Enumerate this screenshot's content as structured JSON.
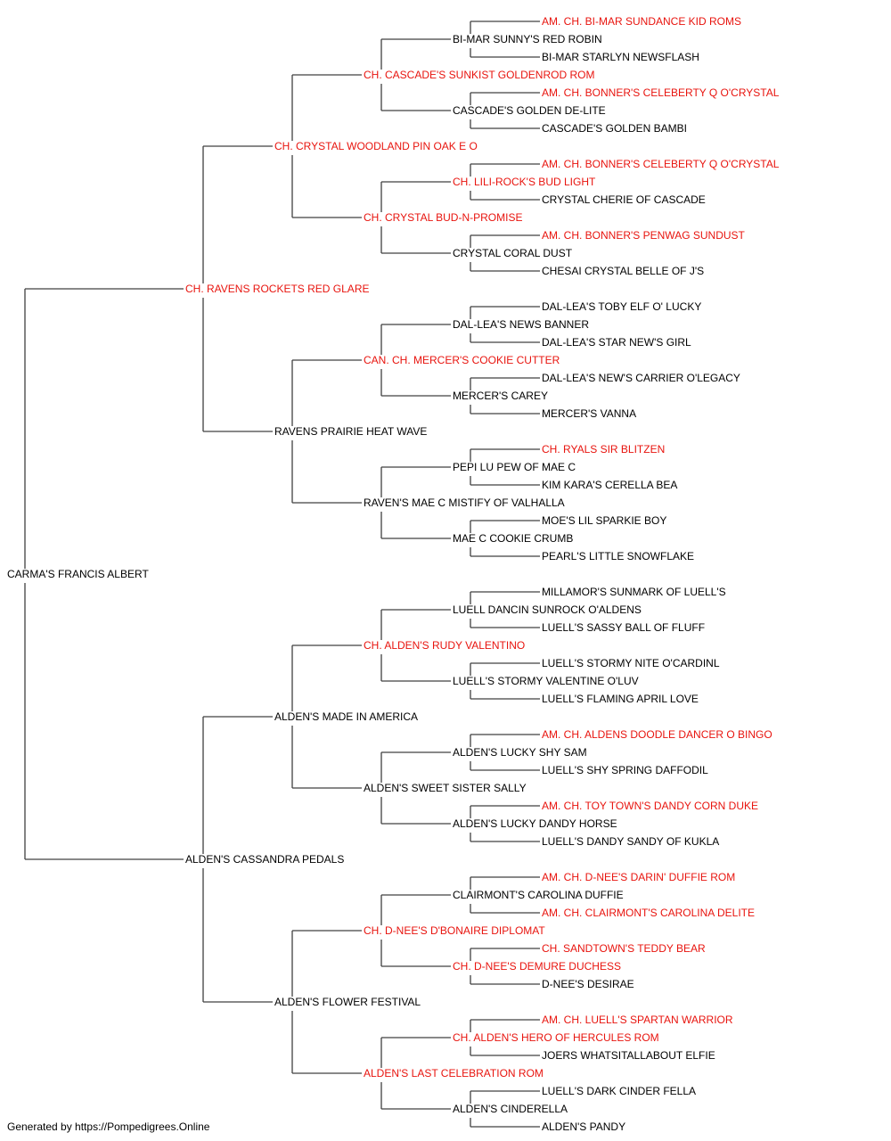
{
  "colors": {
    "champion": "#e8140e",
    "normal": "#000000",
    "line": "#404040"
  },
  "pedigree": {
    "name": "CARMA'S FRANCIS ALBERT",
    "ch": false,
    "sire": {
      "name": "CH. RAVENS ROCKETS RED GLARE",
      "ch": true,
      "sire": {
        "name": "CH. CRYSTAL WOODLAND PIN OAK E O",
        "ch": true,
        "sire": {
          "name": "CH. CASCADE'S SUNKIST GOLDENROD ROM",
          "ch": true,
          "sire": {
            "name": "BI-MAR SUNNY'S RED ROBIN",
            "ch": false,
            "sire": {
              "name": "AM. CH. BI-MAR SUNDANCE KID ROMS",
              "ch": true
            },
            "dam": {
              "name": "BI-MAR STARLYN NEWSFLASH",
              "ch": false
            }
          },
          "dam": {
            "name": "CASCADE'S GOLDEN DE-LITE",
            "ch": false,
            "sire": {
              "name": "AM. CH. BONNER'S CELEBERTY Q O'CRYSTAL",
              "ch": true
            },
            "dam": {
              "name": "CASCADE'S GOLDEN BAMBI",
              "ch": false
            }
          }
        },
        "dam": {
          "name": "CH. CRYSTAL BUD-N-PROMISE",
          "ch": true,
          "sire": {
            "name": "CH. LILI-ROCK'S BUD LIGHT",
            "ch": true,
            "sire": {
              "name": "AM. CH. BONNER'S CELEBERTY Q O'CRYSTAL",
              "ch": true
            },
            "dam": {
              "name": "CRYSTAL CHERIE OF CASCADE",
              "ch": false
            }
          },
          "dam": {
            "name": "CRYSTAL CORAL DUST",
            "ch": false,
            "sire": {
              "name": "AM. CH. BONNER'S PENWAG SUNDUST",
              "ch": true
            },
            "dam": {
              "name": "CHESAI CRYSTAL BELLE OF J'S",
              "ch": false
            }
          }
        }
      },
      "dam": {
        "name": "RAVENS PRAIRIE HEAT WAVE",
        "ch": false,
        "sire": {
          "name": "CAN. CH. MERCER'S COOKIE CUTTER",
          "ch": true,
          "sire": {
            "name": "DAL-LEA'S NEWS BANNER",
            "ch": false,
            "sire": {
              "name": "DAL-LEA'S TOBY ELF O' LUCKY",
              "ch": false
            },
            "dam": {
              "name": "DAL-LEA'S STAR NEW'S GIRL",
              "ch": false
            }
          },
          "dam": {
            "name": "MERCER'S CAREY",
            "ch": false,
            "sire": {
              "name": "DAL-LEA'S NEW'S CARRIER O'LEGACY",
              "ch": false
            },
            "dam": {
              "name": "MERCER'S VANNA",
              "ch": false
            }
          }
        },
        "dam": {
          "name": "RAVEN'S MAE C MISTIFY OF VALHALLA",
          "ch": false,
          "sire": {
            "name": "PEPI LU PEW OF MAE C",
            "ch": false,
            "sire": {
              "name": "CH. RYALS SIR BLITZEN",
              "ch": true
            },
            "dam": {
              "name": "KIM KARA'S CERELLA BEA",
              "ch": false
            }
          },
          "dam": {
            "name": "MAE C COOKIE CRUMB",
            "ch": false,
            "sire": {
              "name": "MOE'S LIL SPARKIE BOY",
              "ch": false
            },
            "dam": {
              "name": "PEARL'S LITTLE SNOWFLAKE",
              "ch": false
            }
          }
        }
      }
    },
    "dam": {
      "name": "ALDEN'S CASSANDRA PEDALS",
      "ch": false,
      "sire": {
        "name": "ALDEN'S MADE IN AMERICA",
        "ch": false,
        "sire": {
          "name": "CH. ALDEN'S RUDY VALENTINO",
          "ch": true,
          "sire": {
            "name": "LUELL DANCIN SUNROCK O'ALDENS",
            "ch": false,
            "sire": {
              "name": "MILLAMOR'S SUNMARK OF LUELL'S",
              "ch": false
            },
            "dam": {
              "name": "LUELL'S SASSY BALL OF FLUFF",
              "ch": false
            }
          },
          "dam": {
            "name": "LUELL'S STORMY VALENTINE O'LUV",
            "ch": false,
            "sire": {
              "name": "LUELL'S STORMY NITE O'CARDINL",
              "ch": false
            },
            "dam": {
              "name": "LUELL'S FLAMING APRIL LOVE",
              "ch": false
            }
          }
        },
        "dam": {
          "name": "ALDEN'S SWEET SISTER SALLY",
          "ch": false,
          "sire": {
            "name": "ALDEN'S LUCKY SHY SAM",
            "ch": false,
            "sire": {
              "name": "AM. CH. ALDENS DOODLE DANCER O BINGO",
              "ch": true
            },
            "dam": {
              "name": "LUELL'S SHY SPRING DAFFODIL",
              "ch": false
            }
          },
          "dam": {
            "name": "ALDEN'S LUCKY DANDY HORSE",
            "ch": false,
            "sire": {
              "name": "AM. CH. TOY TOWN'S DANDY CORN DUKE",
              "ch": true
            },
            "dam": {
              "name": "LUELL'S DANDY SANDY OF KUKLA",
              "ch": false
            }
          }
        }
      },
      "dam": {
        "name": "ALDEN'S FLOWER FESTIVAL",
        "ch": false,
        "sire": {
          "name": "CH. D-NEE'S D'BONAIRE DIPLOMAT",
          "ch": true,
          "sire": {
            "name": "CLAIRMONT'S CAROLINA DUFFIE",
            "ch": false,
            "sire": {
              "name": "AM. CH. D-NEE'S DARIN' DUFFIE ROM",
              "ch": true
            },
            "dam": {
              "name": "AM. CH. CLAIRMONT'S CAROLINA DELITE",
              "ch": true
            }
          },
          "dam": {
            "name": "CH. D-NEE'S DEMURE DUCHESS",
            "ch": true,
            "sire": {
              "name": "CH. SANDTOWN'S TEDDY BEAR",
              "ch": true
            },
            "dam": {
              "name": "D-NEE'S DESIRAE",
              "ch": false
            }
          }
        },
        "dam": {
          "name": "ALDEN'S LAST CELEBRATION ROM",
          "ch": true,
          "sire": {
            "name": "CH. ALDEN'S HERO OF HERCULES ROM",
            "ch": true,
            "sire": {
              "name": "AM. CH. LUELL'S SPARTAN WARRIOR",
              "ch": true
            },
            "dam": {
              "name": "JOERS WHATSITALLABOUT ELFIE",
              "ch": false
            }
          },
          "dam": {
            "name": "ALDEN'S CINDERELLA",
            "ch": false,
            "sire": {
              "name": "LUELL'S DARK CINDER FELLA",
              "ch": false
            },
            "dam": {
              "name": "ALDEN'S PANDY",
              "ch": false
            }
          }
        }
      }
    }
  },
  "footer": {
    "text": "Generated by https://Pompedigrees.Online"
  }
}
